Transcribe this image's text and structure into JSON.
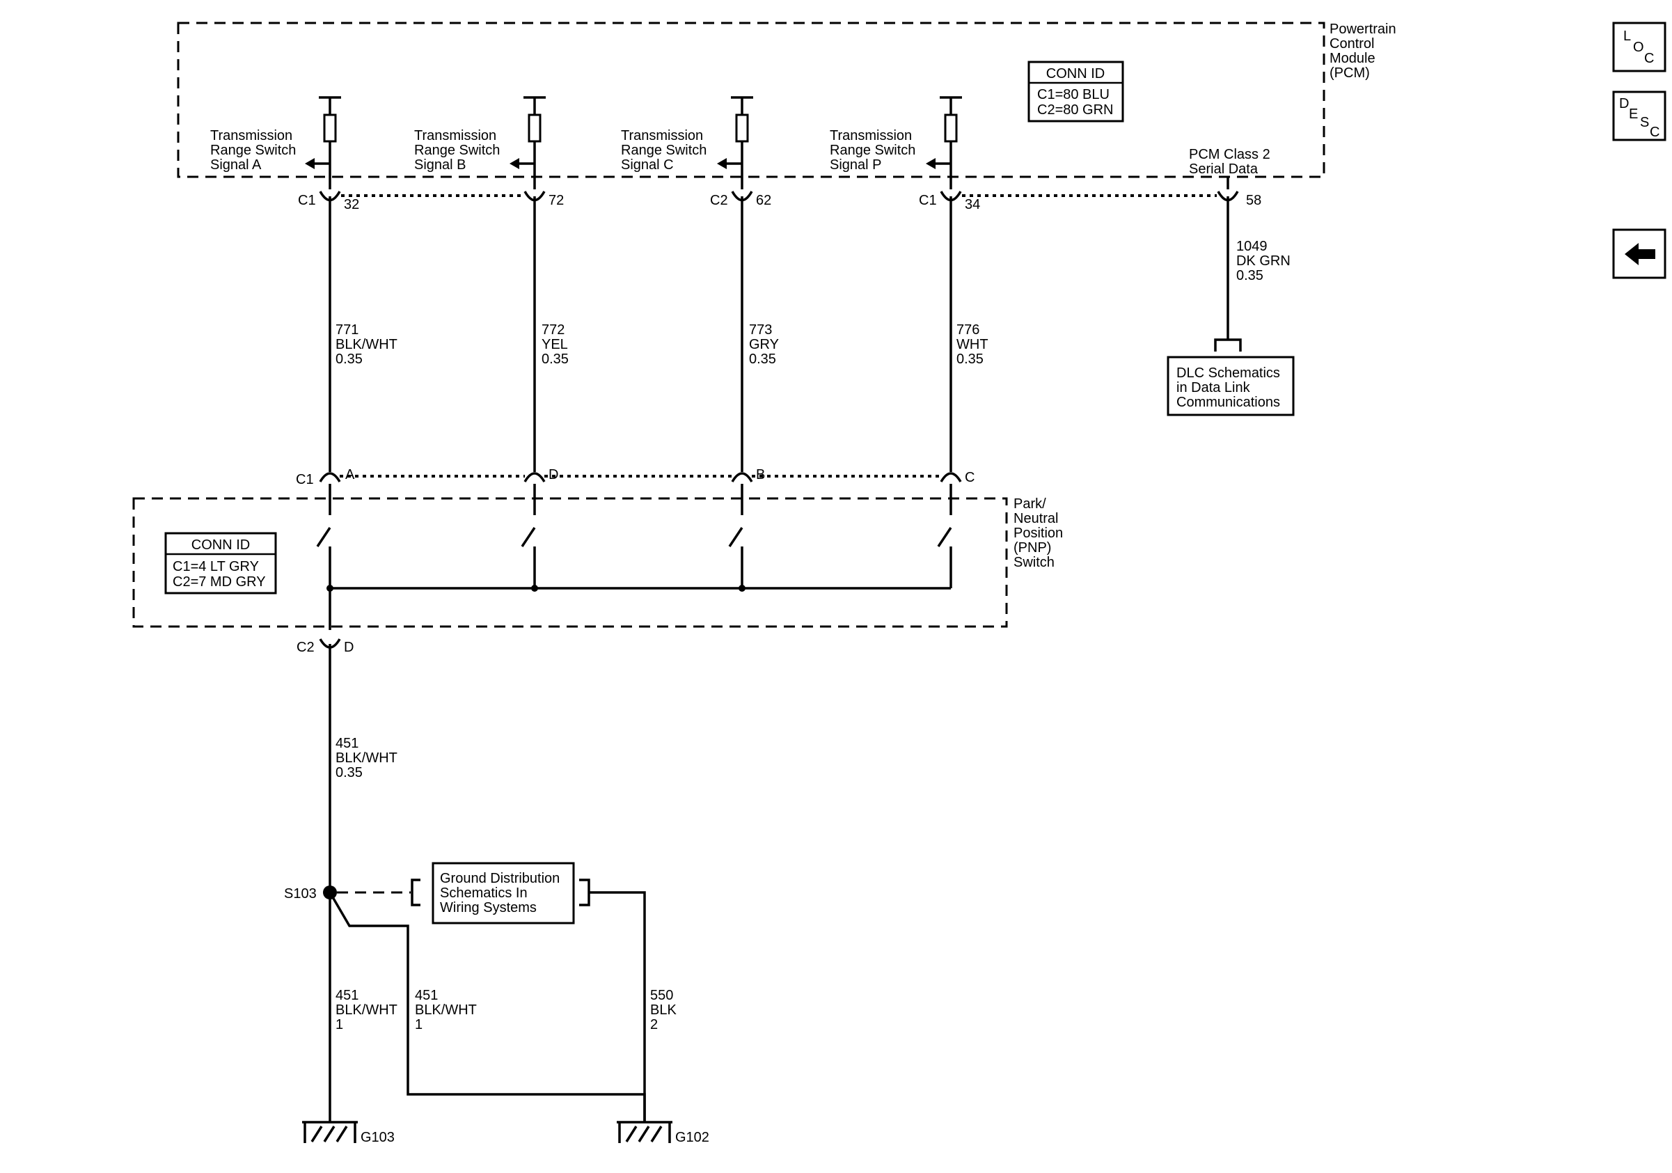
{
  "pcm": {
    "label": [
      "Powertrain",
      "Control",
      "Module",
      "(PCM)"
    ],
    "conn_id": {
      "title": "CONN ID",
      "lines": [
        "C1=80 BLU",
        "C2=80 GRN"
      ]
    },
    "signals": [
      {
        "text": [
          "Transmission",
          "Range Switch",
          "Signal A"
        ],
        "conn": "C1",
        "pin": "32",
        "circuit": [
          "771",
          "BLK/WHT",
          "0.35"
        ],
        "pnp_pin": "A"
      },
      {
        "text": [
          "Transmission",
          "Range Switch",
          "Signal B"
        ],
        "conn": "",
        "pin": "72",
        "circuit": [
          "772",
          "YEL",
          "0.35"
        ],
        "pnp_pin": "D"
      },
      {
        "text": [
          "Transmission",
          "Range Switch",
          "Signal C"
        ],
        "conn": "C2",
        "pin": "62",
        "circuit": [
          "773",
          "GRY",
          "0.35"
        ],
        "pnp_pin": "B"
      },
      {
        "text": [
          "Transmission",
          "Range Switch",
          "Signal P"
        ],
        "conn": "C1",
        "pin": "34",
        "circuit": [
          "776",
          "WHT",
          "0.35"
        ],
        "pnp_pin": "C"
      }
    ],
    "serial": {
      "text": [
        "PCM Class 2",
        "Serial Data"
      ],
      "pin": "58",
      "circuit": [
        "1049",
        "DK GRN",
        "0.35"
      ]
    }
  },
  "dlc_box": [
    "DLC Schematics",
    "in Data Link",
    "Communications"
  ],
  "pnp": {
    "label": [
      "Park/",
      "Neutral",
      "Position",
      "(PNP)",
      "Switch"
    ],
    "conn_label": "C1",
    "conn_id": {
      "title": "CONN ID",
      "lines": [
        "C1=4 LT GRY",
        "C2=7 MD GRY"
      ]
    },
    "out_conn": "C2",
    "out_pin": "D"
  },
  "ground_wire": [
    "451",
    "BLK/WHT",
    "0.35"
  ],
  "splice": "S103",
  "ground_box": [
    "Ground Distribution",
    "Schematics In",
    "Wiring Systems"
  ],
  "branches": [
    {
      "circuit": [
        "451",
        "BLK/WHT",
        "1"
      ]
    },
    {
      "circuit": [
        "451",
        "BLK/WHT",
        "1"
      ]
    },
    {
      "circuit": [
        "550",
        "BLK",
        "2"
      ]
    }
  ],
  "grounds": [
    "G103",
    "G102"
  ],
  "nav": {
    "loc": [
      "L",
      "O",
      "C"
    ],
    "desc": [
      "D",
      "E",
      "S",
      "C"
    ],
    "back_icon": "left-arrow-icon"
  }
}
